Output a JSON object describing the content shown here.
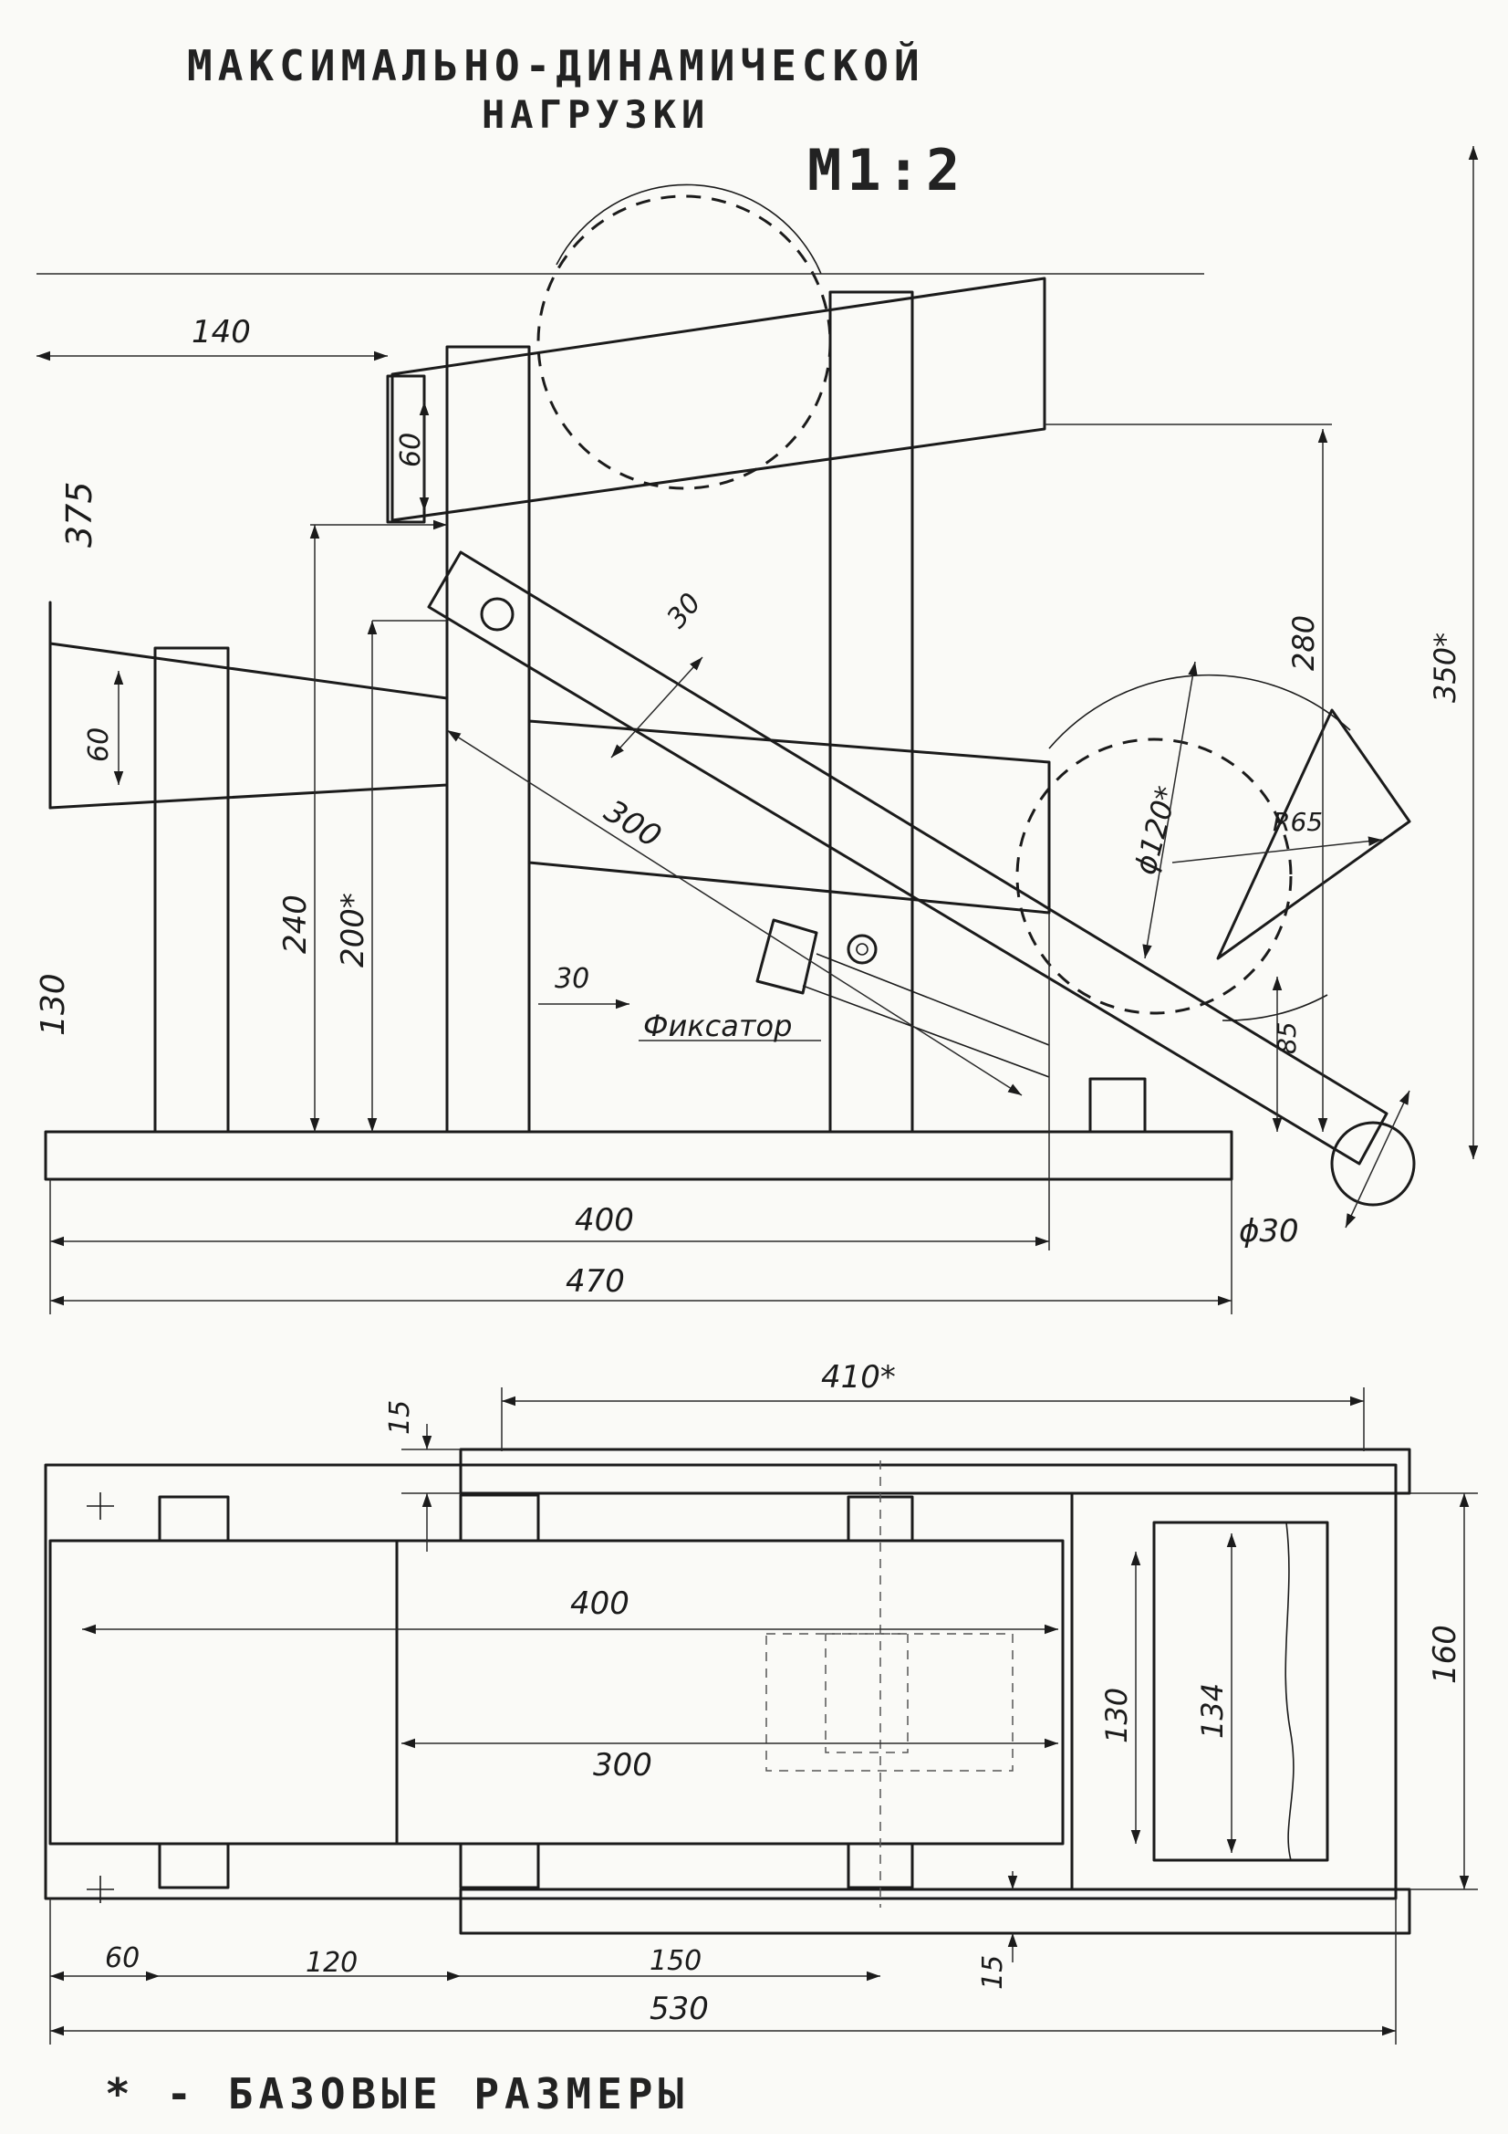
{
  "title": {
    "line1": "МАКСИМАЛЬНО-ДИНАМИЧЕСКОЙ",
    "line2": "НАГРУЗКИ",
    "scale": "М1:2"
  },
  "side_view": {
    "dims": {
      "d140": "140",
      "d375": "375",
      "d60_top": "60",
      "d60_left": "60",
      "d30_slot": "30",
      "d300": "300",
      "d280": "280",
      "d350": "350*",
      "d120": "ϕ120*",
      "r65": "R65",
      "d240": "240",
      "d200": "200*",
      "d130": "130",
      "d30_low": "30",
      "d85": "85",
      "d400": "400",
      "d470": "470",
      "d30_roll": "ϕ30"
    },
    "labels": {
      "fixator": "Фиксатор"
    }
  },
  "top_view": {
    "dims": {
      "d410": "410*",
      "d15_top": "15",
      "d400": "400",
      "d300": "300",
      "d130": "130",
      "d134": "134",
      "d160": "160",
      "d60": "60",
      "d120": "120",
      "d150": "150",
      "d15_bot": "15",
      "d530": "530"
    }
  },
  "legend": {
    "text": "* - БАЗОВЫЕ РАЗМЕРЫ"
  },
  "colors": {
    "ink": "#1b1b1b",
    "paper": "#fafaf7"
  }
}
